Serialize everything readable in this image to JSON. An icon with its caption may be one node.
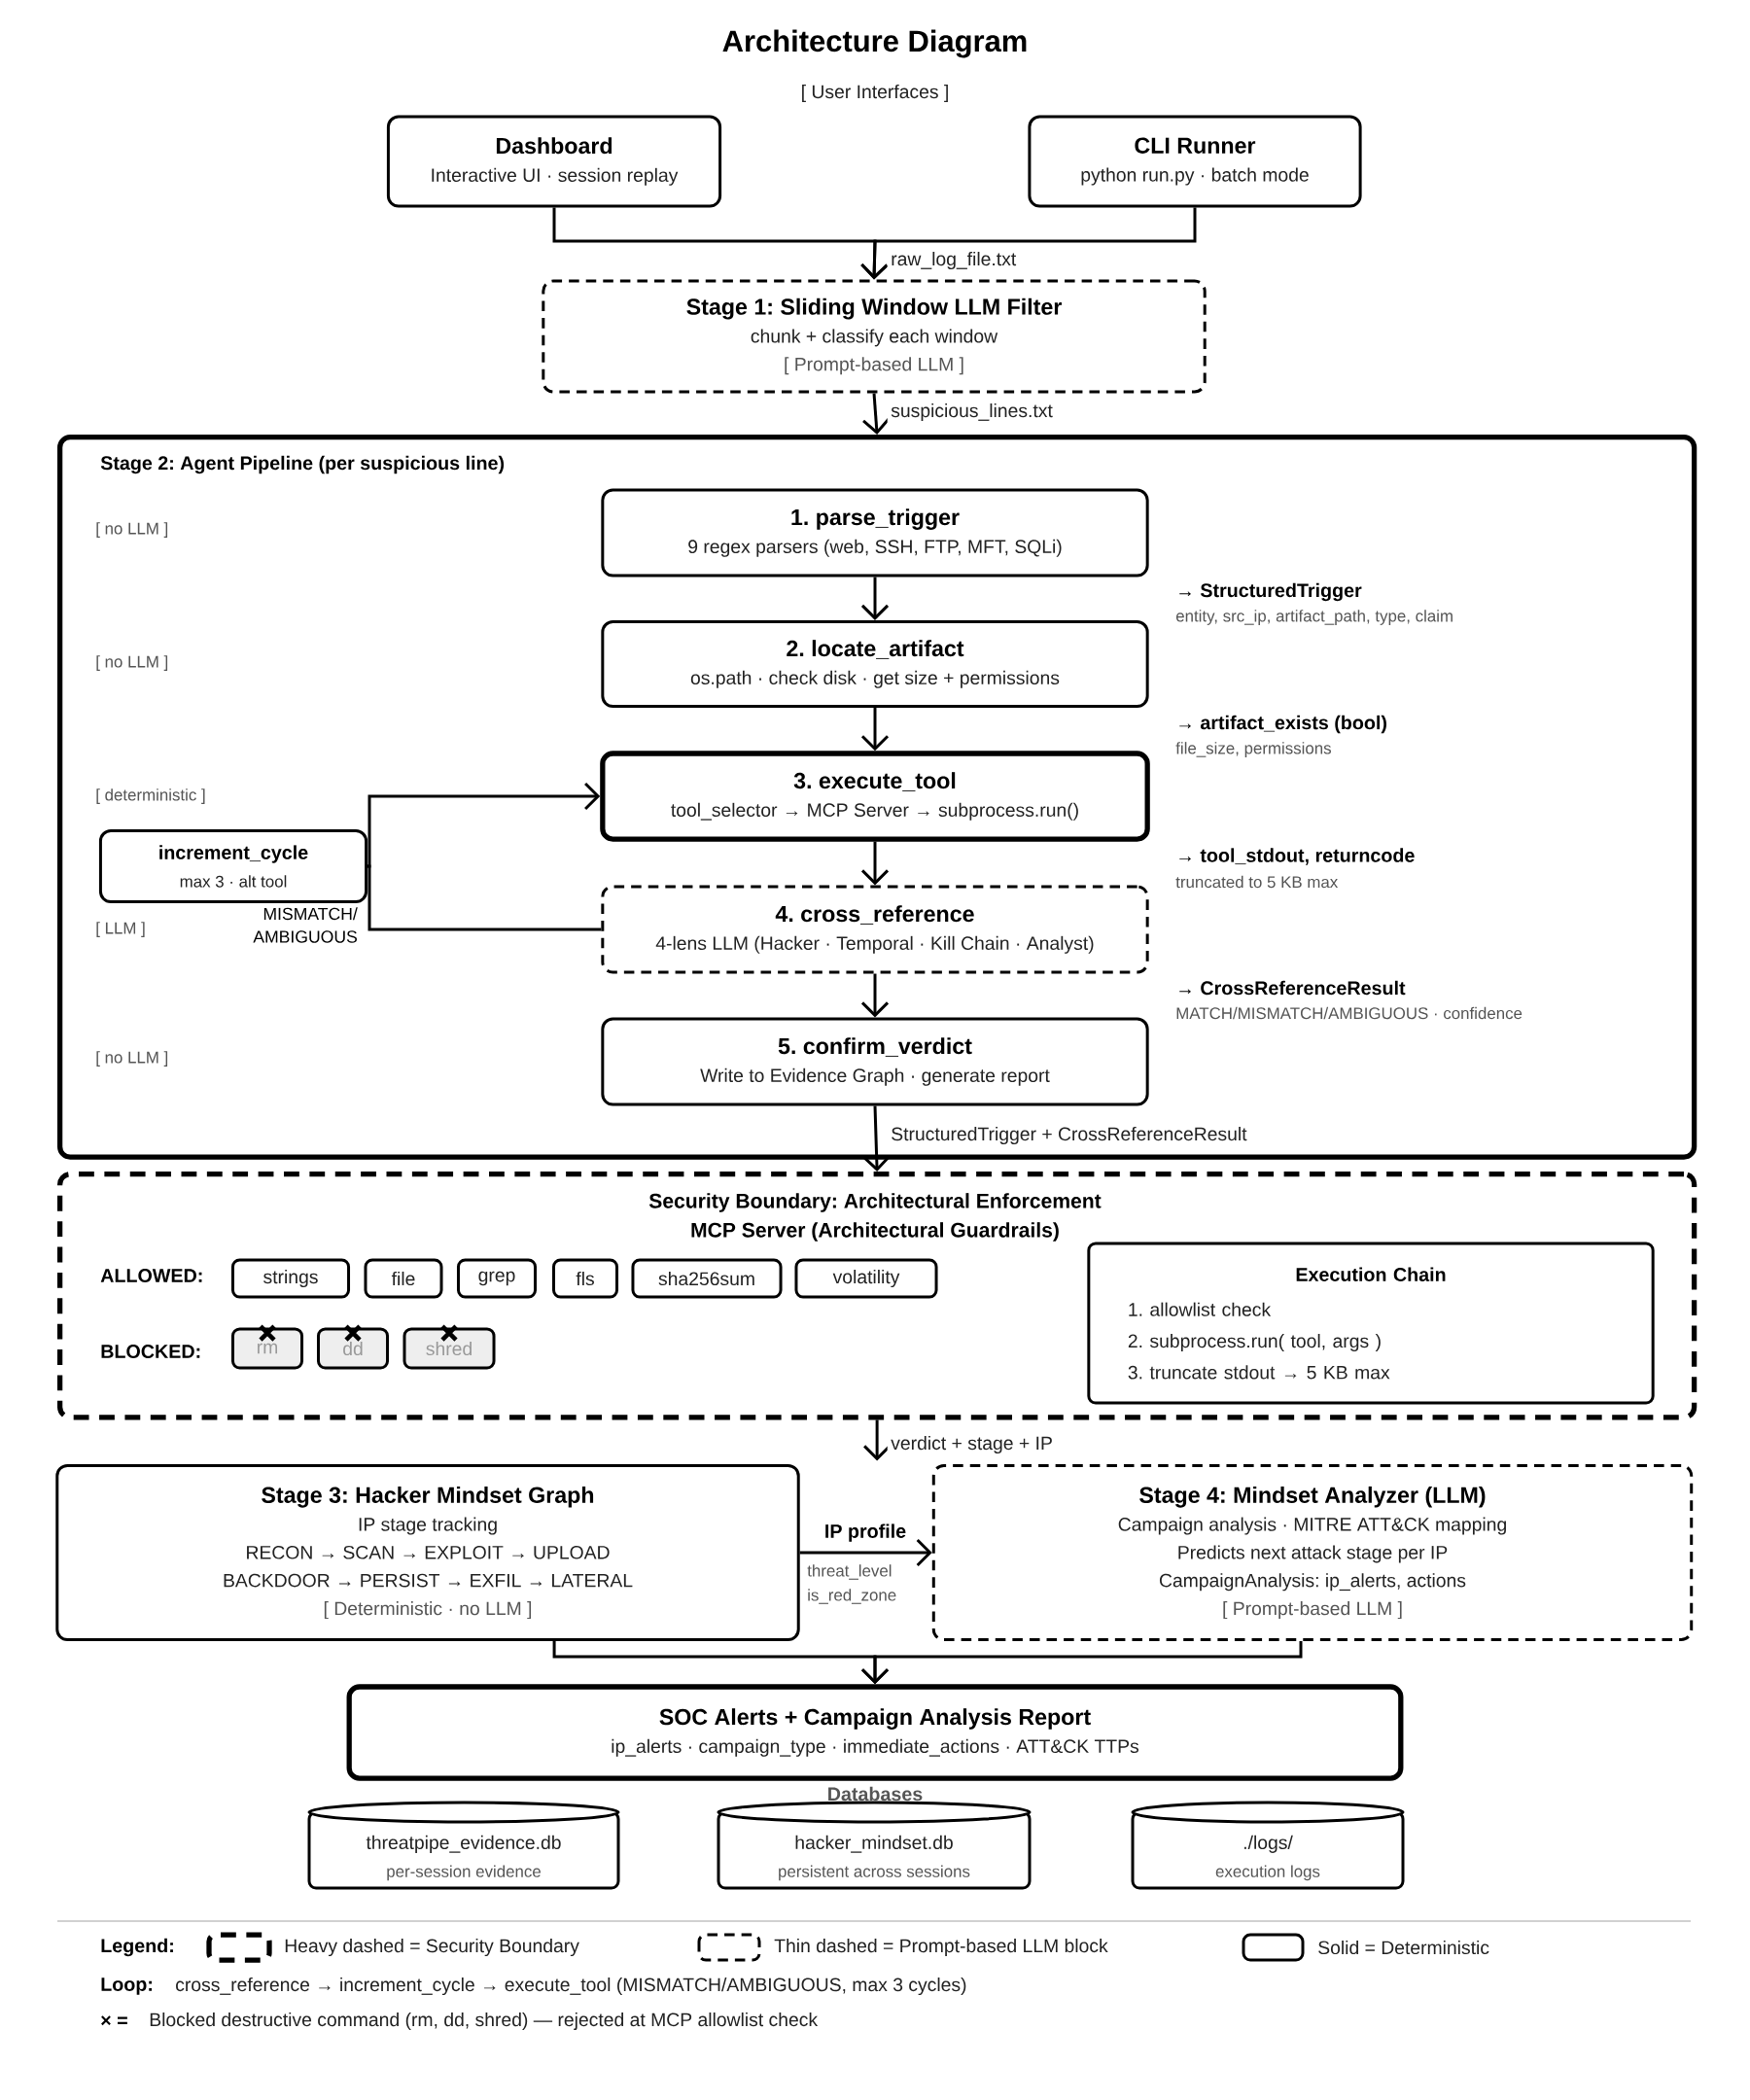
{
  "diagram": {
    "title": "Architecture Diagram",
    "nodes": [
      {
        "text": [
          "Dashboard",
          "Interactive UI · session replay"
        ]
      },
      {
        "text": [
          "CLI Runner",
          "python run.py · batch mode"
        ]
      },
      {
        "text": [
          "Stage 1: Sliding Window LLM Filter",
          "chunk + classify each window",
          "[ Prompt-based LLM ]"
        ]
      },
      {
        "text": [
          "Stage 2: Agent Pipeline (per suspicious line)"
        ]
      },
      {
        "text": [
          "1. parse_trigger",
          "9 regex parsers (web, SSH, FTP, MFT, SQLi)"
        ],
        "in": 3
      },
      {
        "text": [
          "2. locate_artifact",
          "os.path · check disk · get size + permissions"
        ],
        "in": 3
      },
      {
        "text": [
          "3. execute_tool",
          "tool_selector → MCP Server → subprocess.run()"
        ],
        "in": 3
      },
      {
        "text": [
          "increment_cycle",
          "max 3 · alt tool"
        ],
        "in": 3
      },
      {
        "text": [
          "4. cross_reference",
          "4-lens LLM (Hacker · Temporal · Kill Chain · Analyst)"
        ],
        "in": 3
      },
      {
        "text": [
          "5. confirm_verdict",
          "Write to Evidence Graph · generate report"
        ],
        "in": 3
      },
      {
        "text": [
          "Security Boundary: Architectural Enforcement",
          "MCP Server (Architectural Guardrails)"
        ]
      },
      {
        "text": [
          "strings"
        ],
        "in": 10
      },
      {
        "text": [
          "file"
        ],
        "in": 10
      },
      {
        "text": [
          "grep"
        ],
        "in": 10
      },
      {
        "text": [
          "fls"
        ],
        "in": 10
      },
      {
        "text": [
          "sha256sum"
        ],
        "in": 10
      },
      {
        "text": [
          "volatility"
        ],
        "in": 10
      },
      {
        "text": [
          "rm"
        ],
        "in": 10
      },
      {
        "text": [
          "dd"
        ],
        "in": 10
      },
      {
        "text": [
          "shred"
        ],
        "in": 10
      },
      {
        "text": [
          "Execution Chain",
          "1. allowlist check",
          "2. subprocess.run( tool, args )",
          "3. truncate stdout → 5 KB max"
        ],
        "in": 10
      },
      {
        "text": [
          "Stage 3: Hacker Mindset Graph",
          "IP stage tracking",
          "RECON → SCAN → EXPLOIT → UPLOAD",
          "BACKDOOR → PERSIST → EXFIL → LATERAL",
          "[ Deterministic · no LLM ]"
        ]
      },
      {
        "text": [
          "Stage 4: Mindset Analyzer (LLM)",
          "Campaign analysis · MITRE ATT&CK mapping",
          "Predicts next attack stage per IP",
          "CampaignAnalysis: ip_alerts, actions",
          "[ Prompt-based LLM ]"
        ]
      },
      {
        "text": [
          "SOC Alerts + Campaign Analysis Report",
          "ip_alerts · campaign_type · immediate_actions · ATT&CK TTPs"
        ]
      },
      {
        "text": [
          "threatpipe_evidence.db",
          "per-session evidence"
        ]
      },
      {
        "text": [
          "hacker_mindset.db",
          "persistent across sessions"
        ]
      },
      {
        "text": [
          "./logs/",
          "execution logs"
        ]
      }
    ],
    "edges": [
      {
        "from": 0,
        "to": 2,
        "arrow": "to",
        "label": "raw_log_file.txt"
      },
      {
        "from": 1,
        "to": 2,
        "arrow": "to"
      },
      {
        "from": 2,
        "to": 3,
        "arrow": "to",
        "label": "suspicious_lines.txt"
      },
      {
        "from": 4,
        "to": 5,
        "arrow": "to"
      },
      {
        "from": 5,
        "to": 6,
        "arrow": "to"
      },
      {
        "from": 6,
        "to": 8,
        "arrow": "to"
      },
      {
        "from": 8,
        "to": 9,
        "arrow": "to"
      },
      {
        "from": 8,
        "to": 7,
        "arrow": "none",
        "label": "MISMATCH/ AMBIGUOUS"
      },
      {
        "from": 7,
        "to": 6,
        "arrow": "to"
      },
      {
        "from": 9,
        "to": 10,
        "arrow": "to",
        "label": "StructuredTrigger + CrossReferenceResult"
      },
      {
        "from": 10,
        "to": null,
        "arrow": "to",
        "label": "verdict + stage + IP"
      },
      {
        "from": 21,
        "to": 22,
        "arrow": "to",
        "label": "IP profile"
      },
      {
        "from": 21,
        "to": 23,
        "arrow": "to"
      },
      {
        "from": 22,
        "to": 23,
        "arrow": "to"
      }
    ],
    "labels": [
      "[ User Interfaces ]",
      "[ no LLM ]",
      "→ StructuredTrigger",
      "entity, src_ip, artifact_path, type, claim",
      "[ no LLM ]",
      "→ artifact_exists (bool)",
      "file_size, permissions",
      "[ deterministic ]",
      "→ tool_stdout, returncode",
      "truncated to 5 KB max",
      "[ LLM ]",
      "→ CrossReferenceResult",
      "MATCH/MISMATCH/AMBIGUOUS · confidence",
      "[ no LLM ]",
      "ALLOWED:",
      "BLOCKED:",
      "threat_level",
      "is_red_zone",
      "Databases",
      "Legend:",
      "Loop:",
      "cross_reference → increment_cycle → execute_tool (MISMATCH/AMBIGUOUS, max 3 cycles)",
      "× =",
      "Blocked destructive command (rm, dd, shred) — rejected at MCP allowlist check"
    ],
    "legend": [
      {
        "text": "Heavy dashed = Security Boundary"
      },
      {
        "text": "Thin dashed = Prompt-based LLM block"
      },
      {
        "text": "Solid = Deterministic"
      }
    ]
  }
}
